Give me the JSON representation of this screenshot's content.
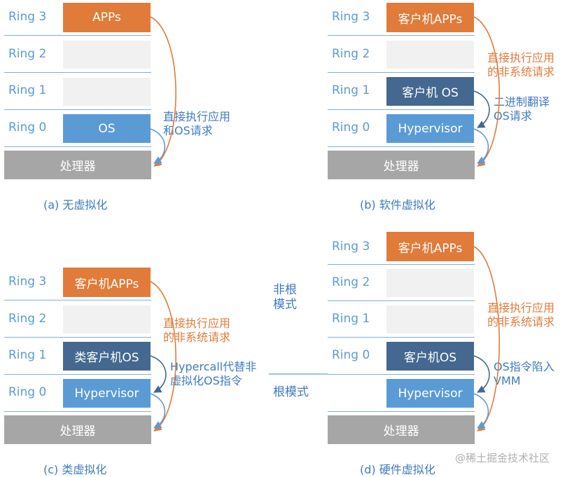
{
  "panel_a": {
    "rings": [
      "Ring 3",
      "Ring 2",
      "Ring 1",
      "Ring 0"
    ],
    "apps_box": "APPs",
    "os_box": "OS",
    "processor": "处理器",
    "note": [
      "直接执行应用",
      "和OS请求"
    ],
    "caption": "(a) 无虚拟化"
  },
  "panel_b": {
    "rings": [
      "Ring 3",
      "Ring 2",
      "Ring 1",
      "Ring 0"
    ],
    "apps_box": "客户机APPs",
    "os_box": "客户机 OS",
    "hypervisor_box": "Hypervisor",
    "processor": "处理器",
    "note_orange": [
      "直接执行应用",
      "的非系统请求"
    ],
    "note_blue": [
      "二进制翻译",
      "OS请求"
    ],
    "caption": "(b) 软件虚拟化"
  },
  "panel_c": {
    "rings": [
      "Ring 3",
      "Ring 2",
      "Ring 1",
      "Ring 0"
    ],
    "apps_box": "客户机APPs",
    "os_box": "类客户机OS",
    "hypervisor_box": "Hypervisor",
    "processor": "处理器",
    "note_orange": [
      "直接执行应用",
      "的非系统请求"
    ],
    "note_blue": [
      "Hypercall代替非",
      "虚拟化OS指令"
    ],
    "caption": "(c) 类虚拟化"
  },
  "panel_d": {
    "rings": [
      "Ring 3",
      "Ring 2",
      "Ring 1",
      "Ring 0"
    ],
    "apps_box": "客户机APPs",
    "os_box": "客户机OS",
    "hypervisor_box": "Hypervisor",
    "processor": "处理器",
    "non_root_mode": [
      "非根",
      "模式"
    ],
    "root_mode": "根模式",
    "note_orange": [
      "直接执行应用",
      "的非系统请求"
    ],
    "note_blue": [
      "OS指令陷入",
      "VMM"
    ],
    "caption": "(d) 硬件虚拟化"
  },
  "watermark": "@稀土掘金技术社区",
  "colors": {
    "orange": "#e07b3a",
    "blue": "#5b9bd5",
    "dark_blue": "#44688f",
    "gray": "#a6a6a6",
    "empty": "#f1f1f1"
  }
}
